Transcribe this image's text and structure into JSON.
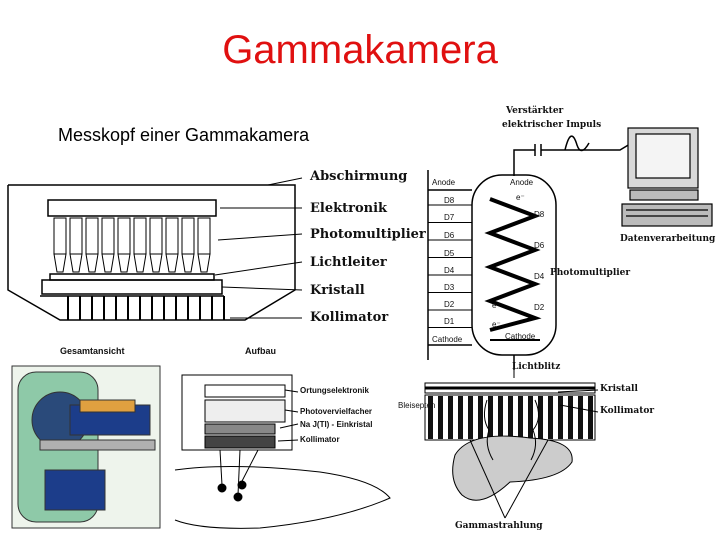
{
  "title": "Gammakamera",
  "subtitle": "Messkopf einer Gammakamera",
  "head_labels": {
    "abschirmung": "Abschirmung",
    "elektronik": "Elektronik",
    "photomultiplier": "Photomultiplier",
    "lichtleiter": "Lichtleiter",
    "kristall": "Kristall",
    "kollimator": "Kollimator"
  },
  "pmt_labels": {
    "verstaerkter": "Verstärkter",
    "impuls": "elektrischer Impuls",
    "anode_left": "Anode",
    "anode_inner": "Anode",
    "cathode_left": "Cathode",
    "cathode_inner": "Cathode",
    "dynodes_left": [
      "D8",
      "D7",
      "D6",
      "D5",
      "D4",
      "D3",
      "D2",
      "D1"
    ],
    "dynodes_right": [
      "D8",
      "D6",
      "D4",
      "D2"
    ],
    "electron": "e⁻",
    "photomultiplier": "Photomultiplier",
    "datenverarbeitung": "Datenverarbeitung",
    "lichtblitz": "Lichtblitz",
    "kristall": "Kristall",
    "kollimator": "Kollimator",
    "bleisepten": "Bleisepten",
    "gammastrahlung": "Gammastrahlung"
  },
  "overview_labels": {
    "gesamtansicht": "Gesamtansicht",
    "aufbau": "Aufbau",
    "ortungselektronik": "Ortungselektronik",
    "photovervielfacher": "Photovervielfacher",
    "naj": "Na J(Tl) - Einkristal",
    "kollimator": "Kollimator"
  },
  "colors": {
    "title": "#e01010"
  }
}
